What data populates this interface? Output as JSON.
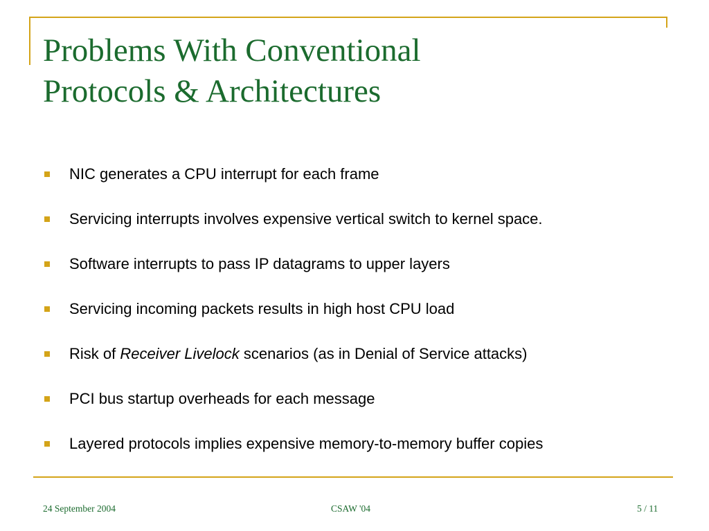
{
  "slide": {
    "title_lines": [
      "Problems With Conventional",
      "Protocols & Architectures"
    ],
    "bullets": [
      {
        "text": "NIC generates a CPU interrupt for each frame"
      },
      {
        "text": "Servicing interrupts involves expensive vertical switch to kernel space."
      },
      {
        "text": "Software interrupts to pass IP datagrams to upper layers"
      },
      {
        "text": "Servicing incoming packets results in high host CPU load"
      },
      {
        "prefix": "Risk of ",
        "emphasis": "Receiver Livelock",
        "suffix": " scenarios (as in Denial of Service attacks)"
      },
      {
        "text": "PCI bus startup overheads for each message"
      },
      {
        "text": "Layered protocols implies expensive memory-to-memory buffer copies"
      }
    ]
  },
  "footer": {
    "date": "24 September 2004",
    "center": "CSAW '04",
    "page": "5 / 11"
  },
  "colors": {
    "title": "#1b6b2e",
    "accent": "#d4a419",
    "text": "#000000"
  },
  "icons": {
    "bullet": "square-bullet-icon"
  }
}
